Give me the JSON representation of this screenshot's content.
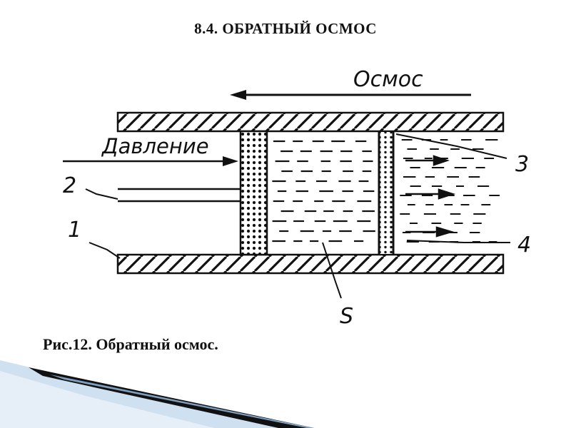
{
  "slide": {
    "title": "8.4. ОБРАТНЫЙ ОСМОС",
    "caption": "Рис.12. Обратный осмос."
  },
  "diagram": {
    "label_osmosis": "Осмос",
    "label_pressure": "Давление",
    "label_1": "1",
    "label_2": "2",
    "label_3": "3",
    "label_4": "4",
    "label_s": "S"
  },
  "colors": {
    "ink": "#111111",
    "background": "#ffffff",
    "accent_blue": "#b9d3ea"
  }
}
